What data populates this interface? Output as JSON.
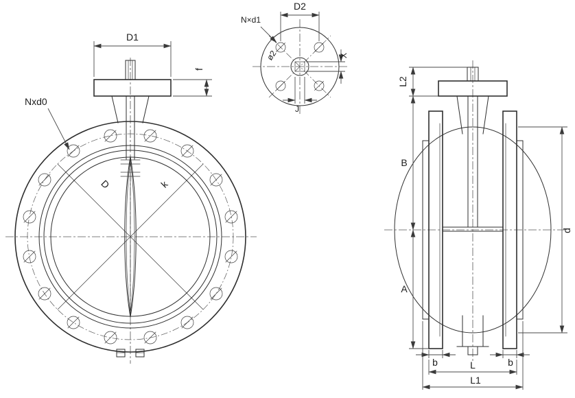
{
  "drawing": {
    "kind": "butterfly-valve-dimensional-drawing",
    "front": {
      "d1": "D1",
      "f": "f",
      "bolts": "Nxd0",
      "seat": "D",
      "bolt_circle": "k"
    },
    "top": {
      "d2": "D2",
      "bolts": "N×d1",
      "phi": "ø2",
      "x": "X",
      "j": "J"
    },
    "side": {
      "l2": "L2",
      "b_top": "B",
      "a": "A",
      "d": "d",
      "b_left": "b",
      "b_right": "b",
      "l": "L",
      "l1": "L1"
    }
  },
  "colors": {
    "background": "#ffffff",
    "object_line": "#2e2e2e",
    "thin_line": "#4a4a4a",
    "text": "#1c1c1c"
  }
}
